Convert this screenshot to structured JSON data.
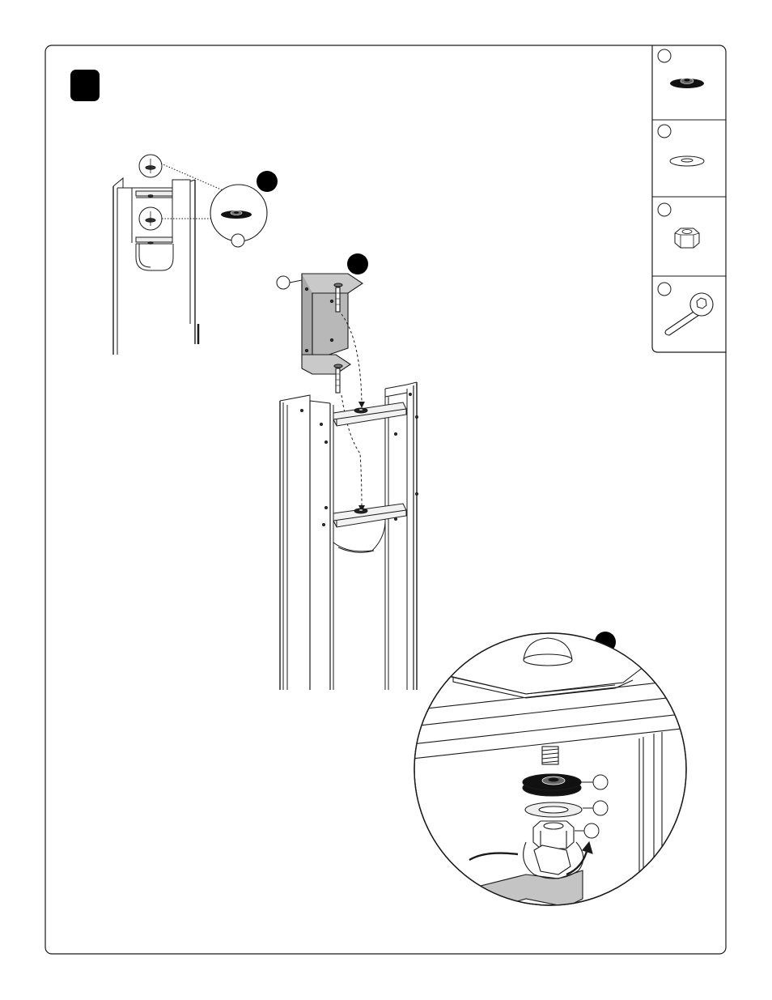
{
  "page": {
    "step_badge": {
      "label": "",
      "color": "#000000"
    },
    "sub_badges": [
      {
        "id": "a",
        "label": ""
      },
      {
        "id": "b",
        "label": ""
      },
      {
        "id": "c",
        "label": ""
      }
    ]
  },
  "parts_panel": {
    "items": [
      {
        "icon": "flange-nut-icon",
        "label": ""
      },
      {
        "icon": "flat-washer-icon",
        "label": ""
      },
      {
        "icon": "hex-nut-icon",
        "label": ""
      },
      {
        "icon": "wrench-icon",
        "label": ""
      }
    ]
  },
  "callouts": {
    "detail_washer": "",
    "bracket": "",
    "zoom_flange_nut": "",
    "zoom_washer": "",
    "zoom_hex_nut": ""
  },
  "colors": {
    "line": "#1a1a1a",
    "bracket_fill": "#b8b8b8",
    "wrench_fill": "#c4c4c4",
    "rail_fill": "#e8e8e8"
  }
}
